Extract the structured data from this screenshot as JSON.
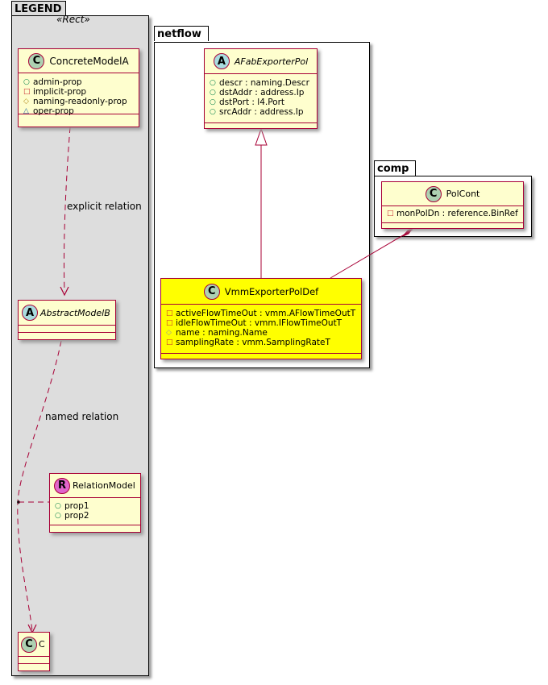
{
  "diagram_type": "UML class diagram",
  "colors": {
    "border": "#a80036",
    "class_fill": "#fefece",
    "highlight_fill": "#ffff00",
    "legend_fill": "#dddddd",
    "class_badge": "#add1b2",
    "abstract_badge": "#a9dcdf",
    "relation_badge": "#e066cc"
  },
  "packages": {
    "legend": {
      "name": "LEGEND",
      "stereotype": "«Rect»"
    },
    "netflow": {
      "name": "netflow"
    },
    "comp": {
      "name": "comp"
    }
  },
  "classes": {
    "concrete_model_a": {
      "badge": "C",
      "name": "ConcreteModelA",
      "attributes": [
        {
          "vis": "○",
          "kind": "public",
          "text": "admin-prop"
        },
        {
          "vis": "□",
          "kind": "private",
          "text": "implicit-prop"
        },
        {
          "vis": "◇",
          "kind": "protected",
          "text": "naming-readonly-prop"
        },
        {
          "vis": "△",
          "kind": "package",
          "text": "oper-prop"
        }
      ]
    },
    "abstract_model_b": {
      "badge": "A",
      "name": "AbstractModelB",
      "attributes": []
    },
    "relation_model": {
      "badge": "R",
      "name": "RelationModel",
      "attributes": [
        {
          "vis": "○",
          "kind": "public",
          "text": "prop1"
        },
        {
          "vis": "○",
          "kind": "public",
          "text": "prop2"
        }
      ]
    },
    "c": {
      "badge": "C",
      "name": "C",
      "attributes": []
    },
    "afab_exporter_pol": {
      "badge": "A",
      "name": "AFabExporterPol",
      "attributes": [
        {
          "vis": "○",
          "kind": "public",
          "text": "descr : naming.Descr"
        },
        {
          "vis": "○",
          "kind": "public",
          "text": "dstAddr : address.Ip"
        },
        {
          "vis": "○",
          "kind": "public",
          "text": "dstPort : l4.Port"
        },
        {
          "vis": "○",
          "kind": "public",
          "text": "srcAddr : address.Ip"
        }
      ]
    },
    "vmm_exporter_pol_def": {
      "badge": "C",
      "name": "VmmExporterPolDef",
      "attributes": [
        {
          "vis": "□",
          "kind": "private",
          "text": "activeFlowTimeOut : vmm.AFlowTimeOutT"
        },
        {
          "vis": "□",
          "kind": "private",
          "text": "idleFlowTimeOut : vmm.IFlowTimeOutT"
        },
        {
          "vis": "◇",
          "kind": "protected",
          "text": "name : naming.Name"
        },
        {
          "vis": "□",
          "kind": "private",
          "text": "samplingRate : vmm.SamplingRateT"
        }
      ]
    },
    "pol_cont": {
      "badge": "C",
      "name": "PolCont",
      "attributes": [
        {
          "vis": "□",
          "kind": "private",
          "text": "monPolDn : reference.BinRef"
        }
      ]
    }
  },
  "relations": [
    {
      "from": "ConcreteModelA",
      "to": "AbstractModelB",
      "type": "dependency",
      "label": "explicit relation"
    },
    {
      "from": "AbstractModelB",
      "to": "C",
      "type": "dependency",
      "label": "named relation",
      "association_class": "RelationModel"
    },
    {
      "from": "VmmExporterPolDef",
      "to": "AFabExporterPol",
      "type": "inheritance",
      "label": ""
    },
    {
      "from": "PolCont",
      "to": "VmmExporterPolDef",
      "type": "composition",
      "label": ""
    }
  ]
}
